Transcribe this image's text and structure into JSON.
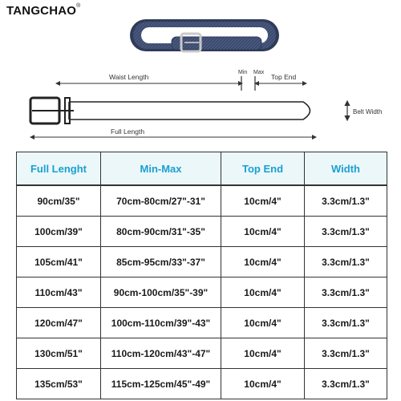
{
  "brand": {
    "name": "TANGCHAO",
    "mark": "®"
  },
  "diagram": {
    "waist_length": "Waist Length",
    "min": "Min",
    "max": "Max",
    "top_end": "Top End",
    "belt_width": "Belt Width",
    "full_length": "Full Length",
    "belt_color": "#3b4a6e"
  },
  "table": {
    "headers": [
      "Full Lenght",
      "Min-Max",
      "Top End",
      "Width"
    ],
    "header_color": "#1aa0d0",
    "header_bg": "#ecf7fa",
    "rows": [
      [
        "90cm/35\"",
        "70cm-80cm/27\"-31\"",
        "10cm/4\"",
        "3.3cm/1.3\""
      ],
      [
        "100cm/39\"",
        "80cm-90cm/31\"-35\"",
        "10cm/4\"",
        "3.3cm/1.3\""
      ],
      [
        "105cm/41\"",
        "85cm-95cm/33\"-37\"",
        "10cm/4\"",
        "3.3cm/1.3\""
      ],
      [
        "110cm/43\"",
        "90cm-100cm/35\"-39\"",
        "10cm/4\"",
        "3.3cm/1.3\""
      ],
      [
        "120cm/47\"",
        "100cm-110cm/39\"-43\"",
        "10cm/4\"",
        "3.3cm/1.3\""
      ],
      [
        "130cm/51\"",
        "110cm-120cm/43\"-47\"",
        "10cm/4\"",
        "3.3cm/1.3\""
      ],
      [
        "135cm/53\"",
        "115cm-125cm/45\"-49\"",
        "10cm/4\"",
        "3.3cm/1.3\""
      ]
    ]
  }
}
